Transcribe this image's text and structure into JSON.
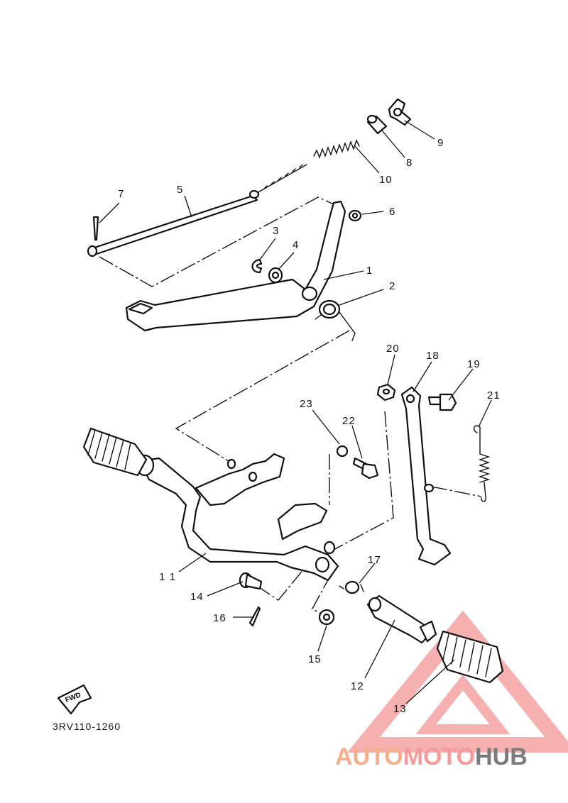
{
  "parts": [
    {
      "id": "p1",
      "label": "1"
    },
    {
      "id": "p2",
      "label": "2"
    },
    {
      "id": "p3",
      "label": "3"
    },
    {
      "id": "p4",
      "label": "4"
    },
    {
      "id": "p5",
      "label": "5"
    },
    {
      "id": "p6",
      "label": "6"
    },
    {
      "id": "p7",
      "label": "7"
    },
    {
      "id": "p8",
      "label": "8"
    },
    {
      "id": "p9",
      "label": "9"
    },
    {
      "id": "p10",
      "label": "10"
    },
    {
      "id": "p11",
      "label": "1 1"
    },
    {
      "id": "p12",
      "label": "12"
    },
    {
      "id": "p13",
      "label": "13"
    },
    {
      "id": "p14",
      "label": "14"
    },
    {
      "id": "p15",
      "label": "15"
    },
    {
      "id": "p16",
      "label": "16"
    },
    {
      "id": "p17",
      "label": "17"
    },
    {
      "id": "p18",
      "label": "18"
    },
    {
      "id": "p19",
      "label": "19"
    },
    {
      "id": "p20",
      "label": "20"
    },
    {
      "id": "p21",
      "label": "21"
    },
    {
      "id": "p22",
      "label": "22"
    },
    {
      "id": "p23",
      "label": "23"
    }
  ],
  "fwd_label": "FWD",
  "diagram_code": "3RV110-1260",
  "watermark": {
    "part1": "AUTO",
    "part2": "MOTO",
    "part3": "HUB",
    "colors": {
      "auto": "#f4b08a",
      "moto": "#f49a9a",
      "hub": "#7a7a7a",
      "triangle": "#f07070"
    }
  }
}
